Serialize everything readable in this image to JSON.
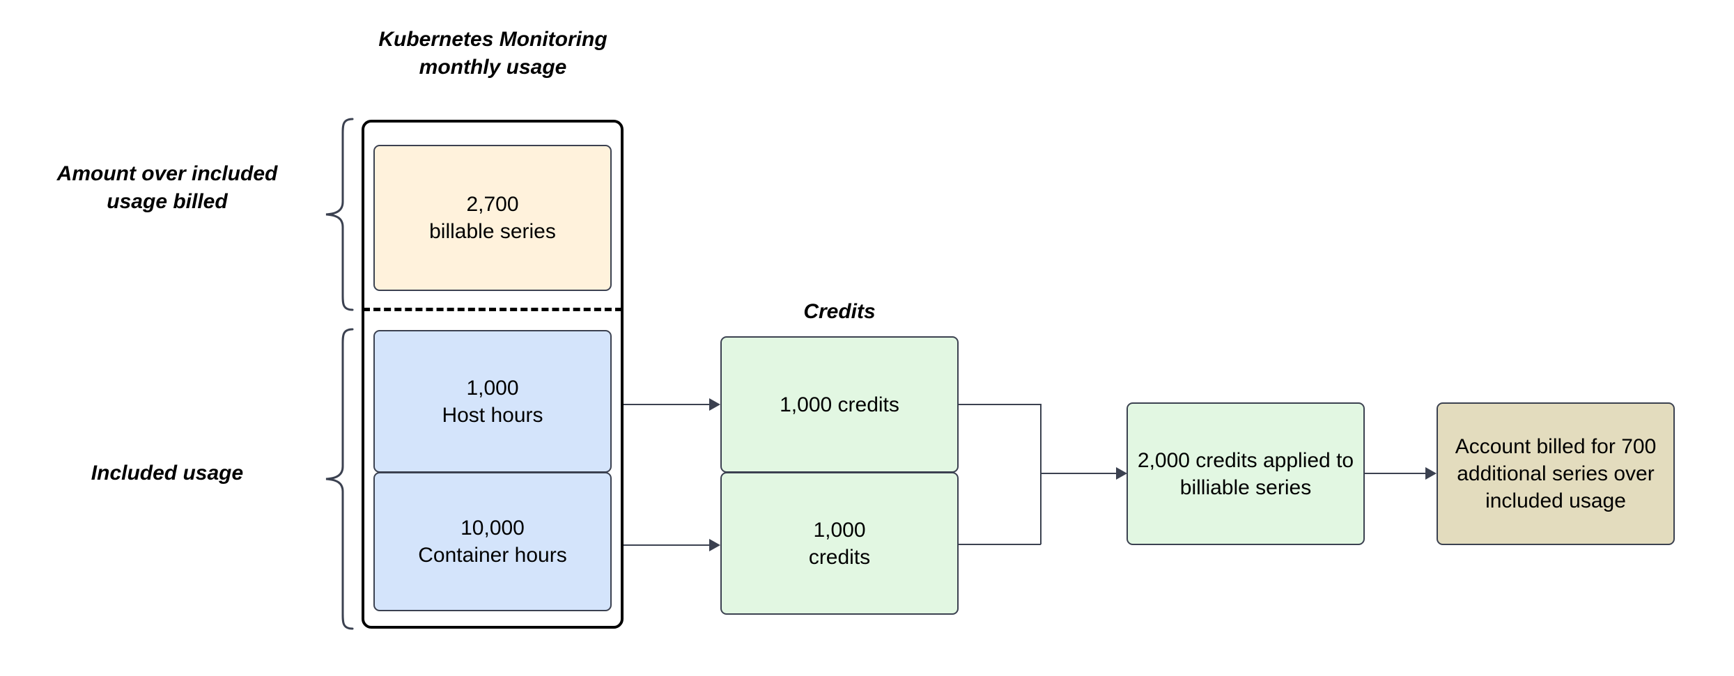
{
  "diagram": {
    "title_usage": "Kubernetes Monitoring\nmonthly usage",
    "title_credits": "Credits",
    "bracket_labels": {
      "over_included": "Amount over included\nusage billed",
      "included": "Included usage"
    },
    "usage_container": {
      "billable": {
        "text": "2,700\nbillable series",
        "value": 2700,
        "unit": "billable series",
        "fill": "#FFF2DC",
        "stroke": "#3b4150"
      },
      "included": [
        {
          "text": "1,000\nHost hours",
          "value": 1000,
          "unit": "Host hours",
          "fill": "#D4E4FB",
          "stroke": "#3b4150"
        },
        {
          "text": "10,000\nContainer hours",
          "value": 10000,
          "unit": "Container hours",
          "fill": "#D4E4FB",
          "stroke": "#3b4150"
        }
      ]
    },
    "credits_container": [
      {
        "text": "1,000 credits",
        "value": 1000,
        "unit": "credits",
        "fill": "#E2F7E2",
        "stroke": "#3b4150"
      },
      {
        "text": "1,000\ncredits",
        "value": 1000,
        "unit": "credits",
        "fill": "#E2F7E2",
        "stroke": "#3b4150"
      }
    ],
    "applied": {
      "text": "2,000 credits applied to\nbilliable series",
      "value": 2000,
      "fill": "#E2F7E2",
      "stroke": "#3b4150"
    },
    "billed": {
      "text": "Account billed for 700\nadditional series over\nincluded usage",
      "value": 700,
      "fill": "#E3DCBE",
      "stroke": "#3b4150"
    },
    "colors": {
      "background": "#FFFFFF",
      "line": "#3b4150",
      "container_border": "#000000",
      "cream": "#FFF2DC",
      "blue": "#D4E4FB",
      "green": "#E2F7E2",
      "tan": "#E3DCBE"
    }
  }
}
